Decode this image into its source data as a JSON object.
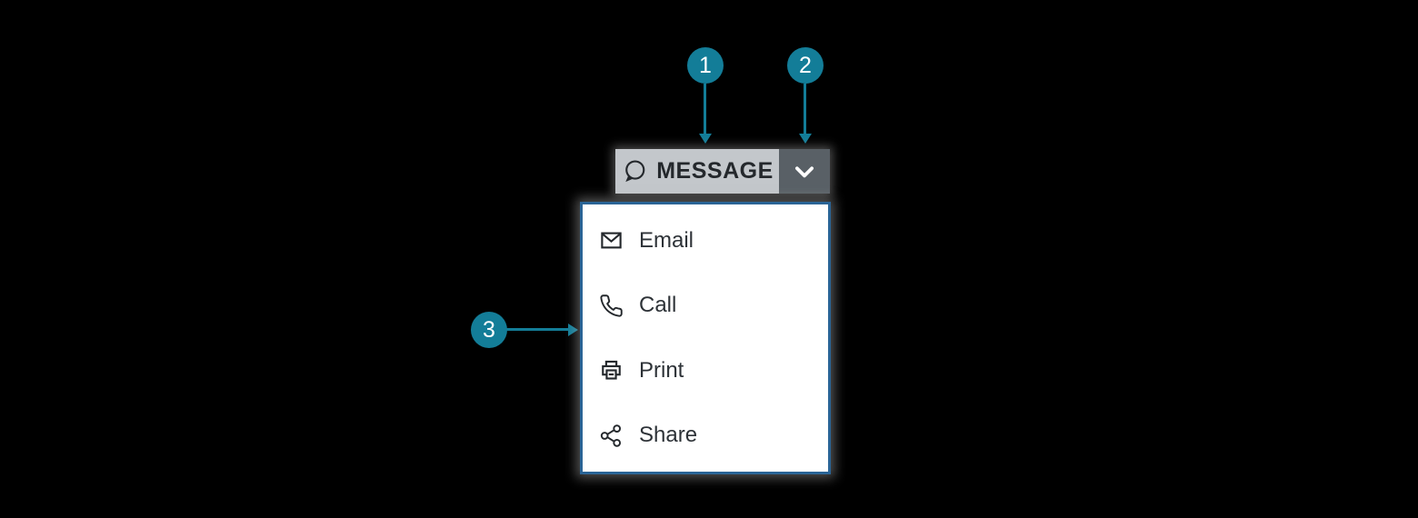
{
  "colors": {
    "background": "#000000",
    "accent_teal": "#137d98",
    "button_bg": "#c3c7cb",
    "toggle_bg": "#596066",
    "menu_border": "#2a6496",
    "menu_bg": "#ffffff",
    "text_dark": "#24282c"
  },
  "split_button": {
    "label": "MESSAGE",
    "icon": "chat-bubble-icon",
    "toggle_icon": "chevron-down-icon"
  },
  "menu": {
    "items": [
      {
        "label": "Email",
        "icon": "envelope-icon"
      },
      {
        "label": "Call",
        "icon": "phone-icon"
      },
      {
        "label": "Print",
        "icon": "printer-icon"
      },
      {
        "label": "Share",
        "icon": "share-icon"
      }
    ]
  },
  "callouts": [
    {
      "number": "1",
      "target": "message-button"
    },
    {
      "number": "2",
      "target": "dropdown-toggle-button"
    },
    {
      "number": "3",
      "target": "dropdown-menu"
    }
  ]
}
